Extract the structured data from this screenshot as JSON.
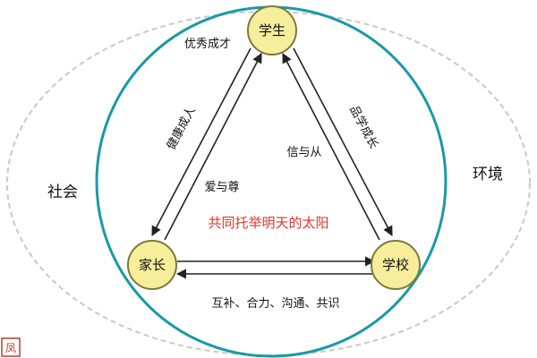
{
  "colors": {
    "outer_ellipse": "#c9c9c9",
    "inner_circle": "#1a9aa5",
    "node_fill": "#f6ee9a",
    "node_stroke": "#7a7a3a",
    "arrow": "#222222",
    "center_text": "#e2352a",
    "seal": "#b5412f"
  },
  "nodes": {
    "student": "学生",
    "parent": "家长",
    "school": "学校"
  },
  "edges": {
    "student_top": "优秀成才",
    "left_outer": "健康成人",
    "right_outer": "品学成长",
    "right_inner": "信与从",
    "left_inner": "爱与尊",
    "bottom": "互补、合力、沟通、共识"
  },
  "center": {
    "slogan": "共同托举明天的太阳"
  },
  "context": {
    "society": "社会",
    "environment": "环境"
  },
  "seal": {
    "char": "凤"
  }
}
